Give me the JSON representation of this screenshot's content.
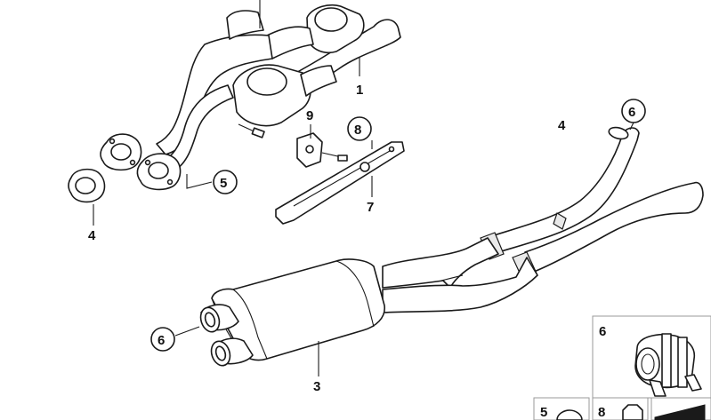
{
  "labels": {
    "part_1": "1",
    "part_3": "3",
    "part_4_upper": "4",
    "part_4_left": "4",
    "part_5": "5",
    "part_6_pipe": "6",
    "part_6_tailpipe": "6",
    "part_7": "7",
    "part_8": "8",
    "part_9": "9",
    "inset_6": "6",
    "inset_5": "5",
    "inset_8": "8"
  }
}
